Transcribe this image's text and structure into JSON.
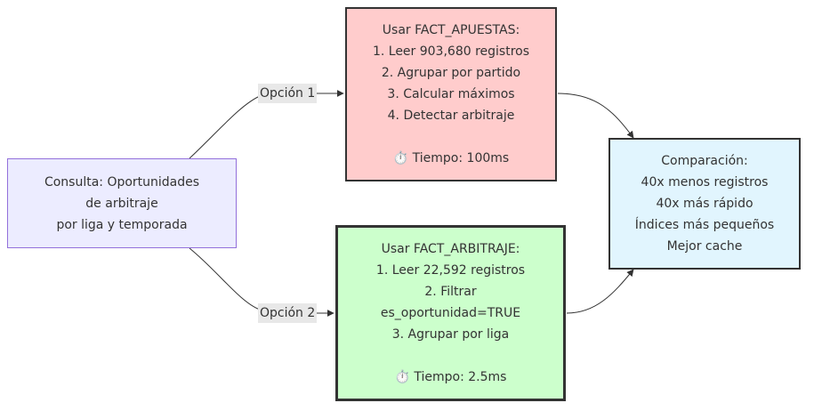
{
  "nodes": {
    "consulta": {
      "lines": [
        "Consulta: Oportunidades",
        "de arbitraje",
        "por liga y temporada"
      ],
      "fill": "#ECECFF",
      "stroke": "#9370DB"
    },
    "apuestas": {
      "lines": [
        "Usar FACT_APUESTAS:",
        "1. Leer 903,680 registros",
        "2. Agrupar por partido",
        "3. Calcular máximos",
        "4. Detectar arbitraje",
        "",
        "⏱️ Tiempo: 100ms"
      ],
      "fill": "#FFCCCC",
      "stroke": "#333333"
    },
    "arbitraje": {
      "lines": [
        "Usar FACT_ARBITRAJE:",
        "1. Leer 22,592 registros",
        "2. Filtrar",
        "es_oportunidad=TRUE",
        "3. Agrupar por liga",
        "",
        "⏱️ Tiempo: 2.5ms"
      ],
      "fill": "#CCFFCC",
      "stroke": "#333333"
    },
    "comparacion": {
      "lines": [
        "Comparación:",
        "40x menos registros",
        "40x más rápido",
        "Índices más pequeños",
        "Mejor cache"
      ],
      "fill": "#E1F5FE",
      "stroke": "#333333"
    }
  },
  "edges": [
    {
      "from": "consulta",
      "to": "apuestas",
      "label": "Opción 1"
    },
    {
      "from": "consulta",
      "to": "arbitraje",
      "label": "Opción 2"
    },
    {
      "from": "apuestas",
      "to": "comparacion",
      "label": ""
    },
    {
      "from": "arbitraje",
      "to": "comparacion",
      "label": ""
    }
  ]
}
